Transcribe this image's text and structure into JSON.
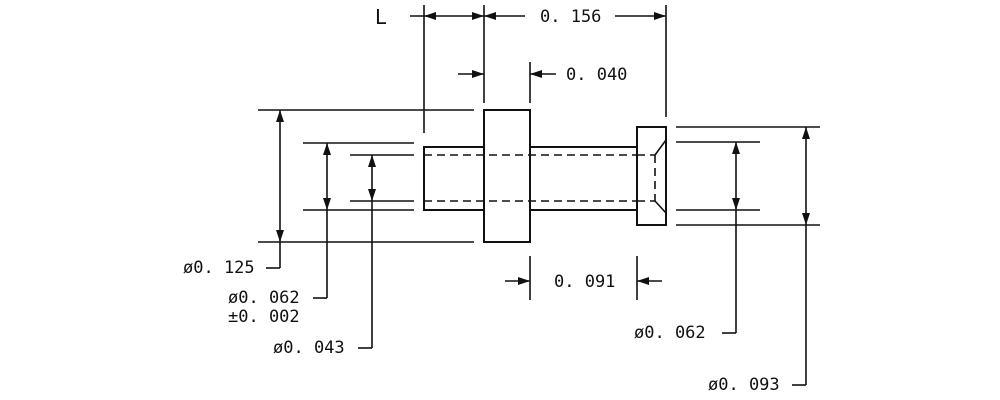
{
  "labels": {
    "L": "L",
    "dim_0156": "0. 156",
    "dim_0040": "0. 040",
    "dim_0091": "0. 091",
    "dia_0125": "ø0. 125",
    "dia_0062_left": "ø0. 062",
    "tol_0002": "±0. 002",
    "dia_0043": "ø0. 043",
    "dia_0062_right": "ø0. 062",
    "dia_0093": "ø0. 093"
  }
}
